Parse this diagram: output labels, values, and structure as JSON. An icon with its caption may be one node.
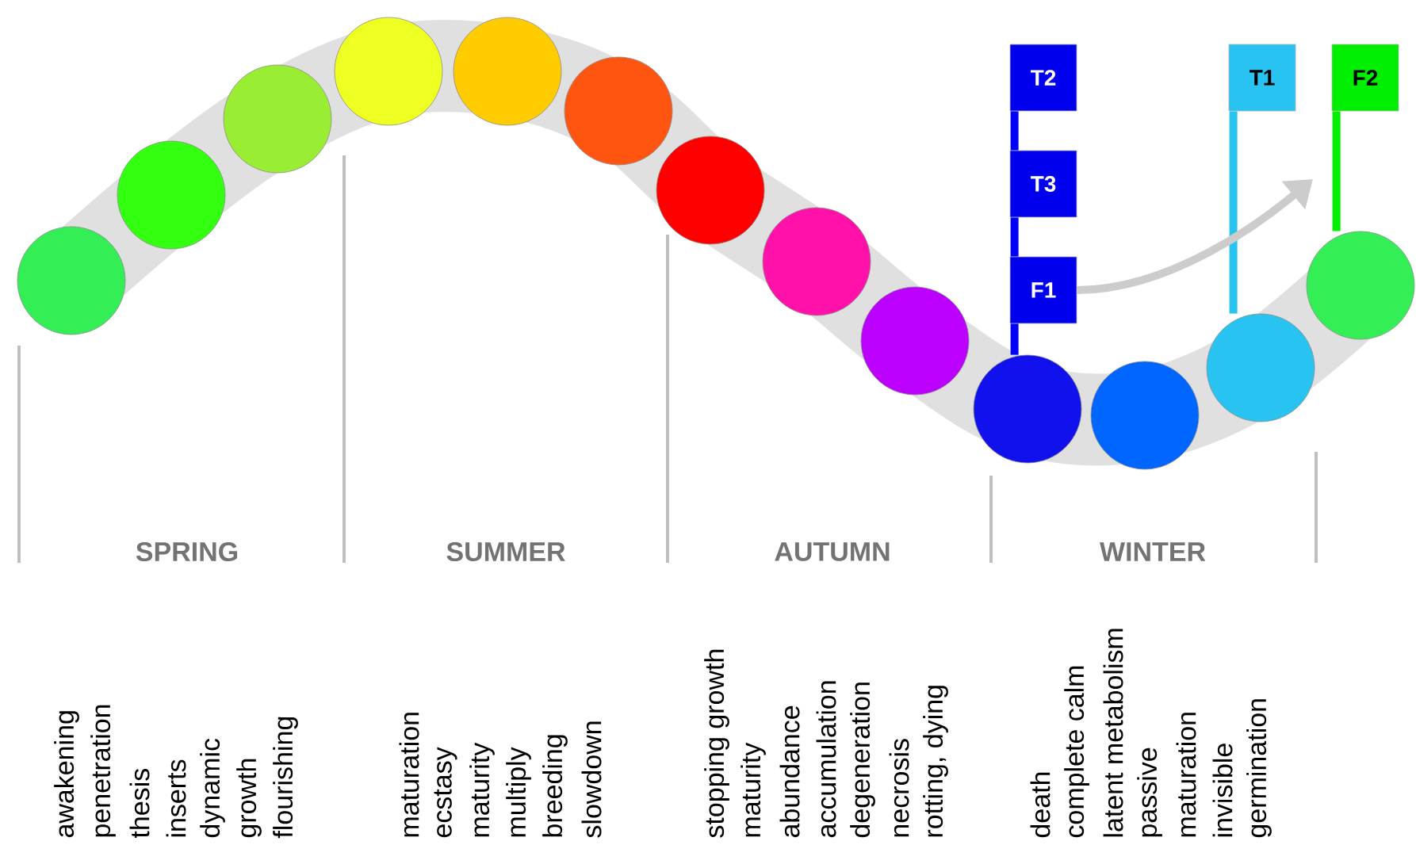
{
  "diagram": {
    "nodes": [
      {
        "text": [],
        "shape": "circle"
      },
      {
        "text": [],
        "shape": "circle"
      },
      {
        "text": [],
        "shape": "circle"
      },
      {
        "text": [],
        "shape": "circle"
      },
      {
        "text": [],
        "shape": "circle"
      },
      {
        "text": [],
        "shape": "circle"
      },
      {
        "text": [],
        "shape": "circle"
      },
      {
        "text": [],
        "shape": "circle"
      },
      {
        "text": [],
        "shape": "circle"
      },
      {
        "text": [],
        "shape": "circle"
      },
      {
        "text": [],
        "shape": "circle"
      },
      {
        "text": [],
        "shape": "circle"
      },
      {
        "text": [],
        "shape": "circle"
      },
      {
        "text": [
          "T2"
        ]
      },
      {
        "text": [
          "T3"
        ]
      },
      {
        "text": [
          "F1"
        ]
      },
      {
        "text": [
          "T1"
        ]
      },
      {
        "text": [
          "F2"
        ]
      }
    ],
    "edges": [
      {
        "from": 9,
        "to": 15,
        "arrow": "none",
        "color": "#0000ff"
      },
      {
        "from": 15,
        "to": 14,
        "arrow": "none",
        "color": "#0000ff"
      },
      {
        "from": 14,
        "to": 13,
        "arrow": "none",
        "color": "#0000ff"
      },
      {
        "from": 11,
        "to": 16,
        "arrow": "none",
        "color": "#29c3f2"
      },
      {
        "from": 12,
        "to": 17,
        "arrow": "none",
        "color": "#00ee00"
      },
      {
        "from": 15,
        "to": null,
        "arrow": "to",
        "color": "#cccccc"
      }
    ],
    "labels": [
      "SPRING",
      "SUMMER",
      "AUTUMN",
      "WINTER",
      "awakening",
      "penetration",
      "thesis",
      "inserts",
      "dynamic",
      "growth",
      "flourishing",
      "maturation",
      "ecstasy",
      "maturity",
      "multiply",
      "breeding",
      "slowdown",
      "stopping growth",
      "maturity",
      "abundance",
      "accumulation",
      "degeneration",
      "necrosis",
      "rotting, dying",
      "death",
      "complete calm",
      "latent metabolism",
      "passive",
      "maturation",
      "invisible",
      "germination"
    ]
  }
}
